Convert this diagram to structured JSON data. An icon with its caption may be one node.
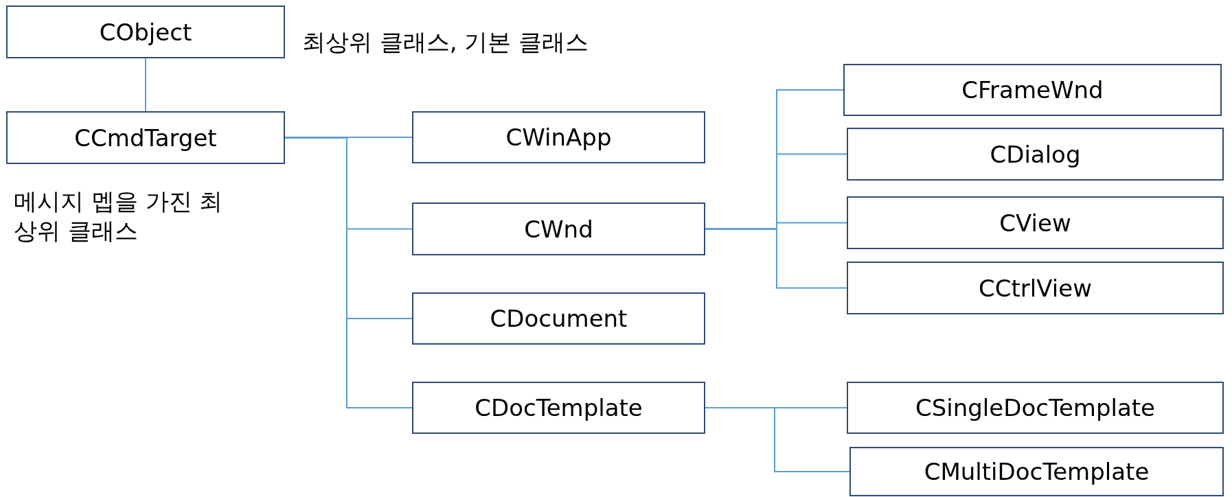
{
  "diagram": {
    "nodes": [
      {
        "text": [
          "CObject"
        ],
        "beside": [
          "최상위 클래스, 기본 클래스"
        ]
      },
      {
        "text": [
          "CCmdTarget"
        ],
        "beside": [
          "메시지 멥을 가진 최상위 클래스"
        ]
      },
      {
        "text": [
          "CWinApp"
        ]
      },
      {
        "text": [
          "CWnd"
        ]
      },
      {
        "text": [
          "CDocument"
        ]
      },
      {
        "text": [
          "CDocTemplate"
        ]
      },
      {
        "text": [
          "CFrameWnd"
        ]
      },
      {
        "text": [
          "CDialog"
        ]
      },
      {
        "text": [
          "CView"
        ]
      },
      {
        "text": [
          "CCtrlView"
        ]
      },
      {
        "text": [
          "CSingleDocTemplate"
        ]
      },
      {
        "text": [
          "CMultiDocTemplate"
        ]
      }
    ],
    "edges": [
      {
        "from": 0,
        "to": 1,
        "arrow": "none"
      },
      {
        "from": 1,
        "to": 2,
        "arrow": "none"
      },
      {
        "from": 1,
        "to": 3,
        "arrow": "none"
      },
      {
        "from": 1,
        "to": 4,
        "arrow": "none"
      },
      {
        "from": 1,
        "to": 5,
        "arrow": "none"
      },
      {
        "from": 3,
        "to": 6,
        "arrow": "none"
      },
      {
        "from": 3,
        "to": 7,
        "arrow": "none"
      },
      {
        "from": 3,
        "to": 8,
        "arrow": "none"
      },
      {
        "from": 3,
        "to": 9,
        "arrow": "none"
      },
      {
        "from": 5,
        "to": 10,
        "arrow": "none"
      },
      {
        "from": 5,
        "to": 11,
        "arrow": "none"
      }
    ]
  }
}
